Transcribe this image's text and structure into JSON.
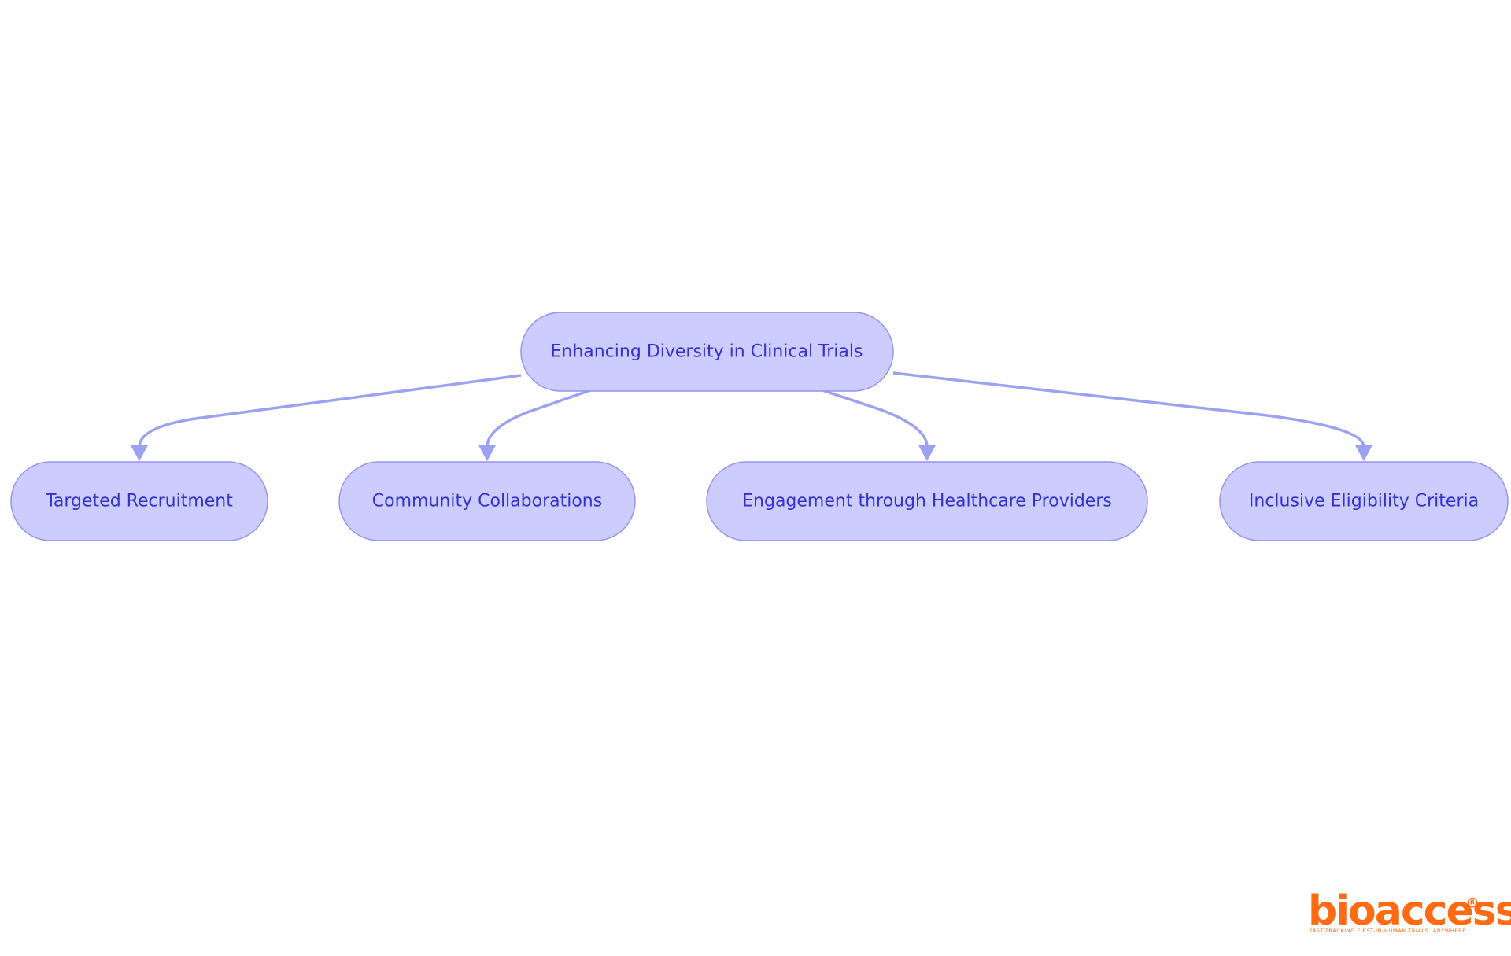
{
  "diagram": {
    "root": {
      "label": "Enhancing Diversity in Clinical Trials"
    },
    "children": [
      {
        "label": "Targeted Recruitment"
      },
      {
        "label": "Community Collaborations"
      },
      {
        "label": "Engagement through Healthcare Providers"
      },
      {
        "label": "Inclusive Eligibility Criteria"
      }
    ],
    "colors": {
      "node_fill": "#ccccff",
      "node_stroke": "#9494f0",
      "edge": "#9da1f2",
      "text": "#3333cc"
    }
  },
  "logo": {
    "name": "bioaccess",
    "tagline": "FAST-TRACKING FIRST-IN-HUMAN TRIALS, ANYWHERE",
    "color": "#ff6a13"
  }
}
